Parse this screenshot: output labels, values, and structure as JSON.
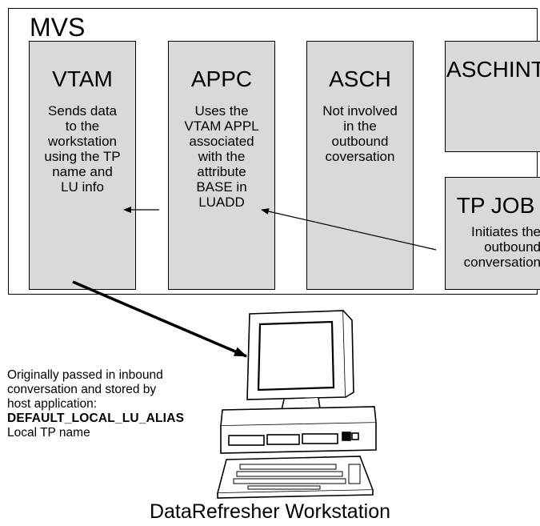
{
  "system_label": "MVS",
  "components": {
    "vtam": {
      "title": "VTAM",
      "description": "Sends data\nto the\nworkstation\nusing the TP\nname and\nLU info"
    },
    "appc": {
      "title": "APPC",
      "description": "Uses the\nVTAM APPL\nassociated\nwith the\nattribute\nBASE in\nLUADD"
    },
    "asch": {
      "title": "ASCH",
      "description": "Not involved\nin the\noutbound\ncoversation"
    },
    "aschint": {
      "title": "ASCHINT",
      "description": ""
    },
    "tpjob": {
      "title": "TP JOB",
      "description": "Initiates the\noutbound\nconversation"
    }
  },
  "note": {
    "line1": "Originally passed in inbound",
    "line2": "conversation and stored by",
    "line3": "host application:",
    "line4": "DEFAULT_LOCAL_LU_ALIAS",
    "line5": "Local TP name"
  },
  "workstation_label": "DataRefresher Workstation"
}
